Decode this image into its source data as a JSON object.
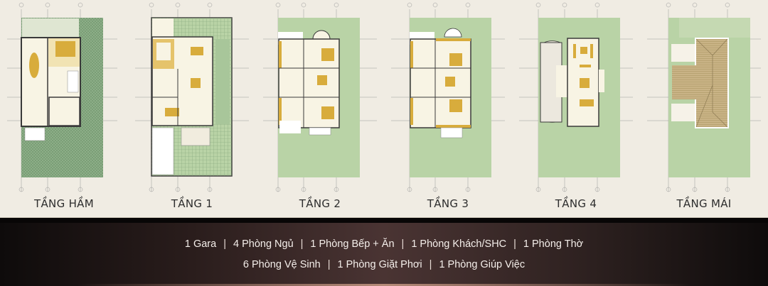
{
  "colors": {
    "panel_bg": "#f0ece3",
    "lawn_green": "#b9d3a6",
    "hatched_green": "#8fb08a",
    "wall": "#3a3a3a",
    "room_fill": "#f8f4e4",
    "furniture_gold": "#d8ac3c",
    "roof_tile": "#c9b386",
    "info_text": "#f4eeea"
  },
  "floor_plans": [
    {
      "id": "basement",
      "label": "TẦNG HẦM"
    },
    {
      "id": "floor-1",
      "label": "TẦNG 1"
    },
    {
      "id": "floor-2",
      "label": "TẦNG 2"
    },
    {
      "id": "floor-3",
      "label": "TẦNG 3"
    },
    {
      "id": "floor-4",
      "label": "TẦNG 4"
    },
    {
      "id": "roof",
      "label": "TẦNG MÁI"
    }
  ],
  "summary": {
    "line1": [
      "1 Gara",
      "4 Phòng Ngủ",
      "1 Phòng Bếp + Ăn",
      "1 Phòng Khách/SHC",
      "1 Phòng Thờ"
    ],
    "line2": [
      "6 Phòng Vệ Sinh",
      "1 Phòng Giặt Phơi",
      "1 Phòng Giúp Việc"
    ],
    "separator": "|"
  }
}
